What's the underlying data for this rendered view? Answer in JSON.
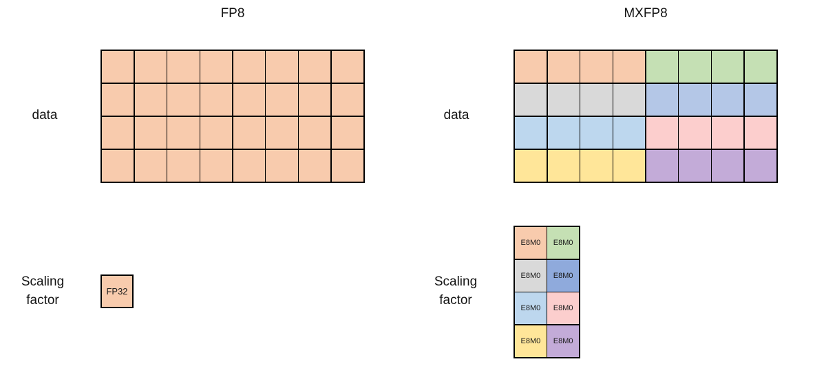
{
  "fp8": {
    "title": "FP8",
    "data_label": "data",
    "scaling_label": {
      "line1": "Scaling",
      "line2": "factor"
    },
    "data_grid": {
      "rows": 4,
      "cols": 8,
      "cell_color": "#F8CBAD"
    },
    "scale_cell": {
      "rows": 1,
      "cols": 1,
      "cell_color": "#F8CBAD",
      "label": "FP32"
    }
  },
  "mxfp8": {
    "title": "MXFP8",
    "data_label": "data",
    "scaling_label": {
      "line1": "Scaling",
      "line2": "factor"
    },
    "data_grid": {
      "rows": 4,
      "cols": 8,
      "cols_per_block": 4,
      "block_colors": [
        [
          "#F8CBAD",
          "#C5E0B4"
        ],
        [
          "#D9D9D9",
          "#B4C7E7"
        ],
        [
          "#BDD7EE",
          "#FCCECD"
        ],
        [
          "#FFE699",
          "#C3ABD8"
        ]
      ]
    },
    "scale_grid": {
      "rows": 4,
      "cols": 2,
      "label": "E8M0",
      "cell_colors": [
        [
          "#F8CBAD",
          "#C5E0B4"
        ],
        [
          "#D9D9D9",
          "#8FAADC"
        ],
        [
          "#BDD7EE",
          "#FCCECD"
        ],
        [
          "#FFE699",
          "#C3ABD8"
        ]
      ]
    }
  },
  "palette": {
    "orange": "#F8CBAD",
    "green": "#C5E0B4",
    "gray": "#D9D9D9",
    "periwinkle_blue": "#B4C7E7",
    "medium_blue": "#8FAADC",
    "light_blue": "#BDD7EE",
    "pink": "#FCCECD",
    "yellow": "#FFE699",
    "purple": "#C3ABD8",
    "grid_line": "#000000",
    "text": "#141414"
  }
}
